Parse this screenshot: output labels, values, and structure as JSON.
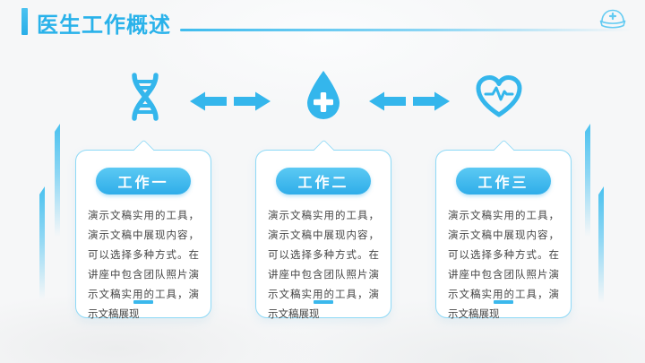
{
  "header": {
    "title": "医生工作概述"
  },
  "icons": {
    "top_right": "nurse-cap-icon",
    "row": [
      "dna-icon",
      "medical-drop-icon",
      "heartbeat-heart-icon"
    ],
    "connectors": [
      "double-arrow",
      "double-arrow"
    ]
  },
  "cards": [
    {
      "label": "工作一",
      "body": "演示文稿实用的工具，演示文稿中展现内容，可以选择多种方式。在讲座中包含团队照片演示文稿实用的工具，演示文稿展现"
    },
    {
      "label": "工作二",
      "body": "演示文稿实用的工具，演示文稿中展现内容，可以选择多种方式。在讲座中包含团队照片演示文稿实用的工具，演示文稿展现"
    },
    {
      "label": "工作三",
      "body": "演示文稿实用的工具，演示文稿中展现内容，可以选择多种方式。在讲座中包含团队照片演示文稿实用的工具，演示文稿展现"
    }
  ],
  "colors": {
    "accent": "#2fb4ea",
    "accent_light": "#8ed9f6",
    "pill_gradient_top": "#5bc9f3",
    "pill_gradient_bottom": "#2fade9",
    "body_text": "#454545",
    "background": "#f6f7f8"
  }
}
